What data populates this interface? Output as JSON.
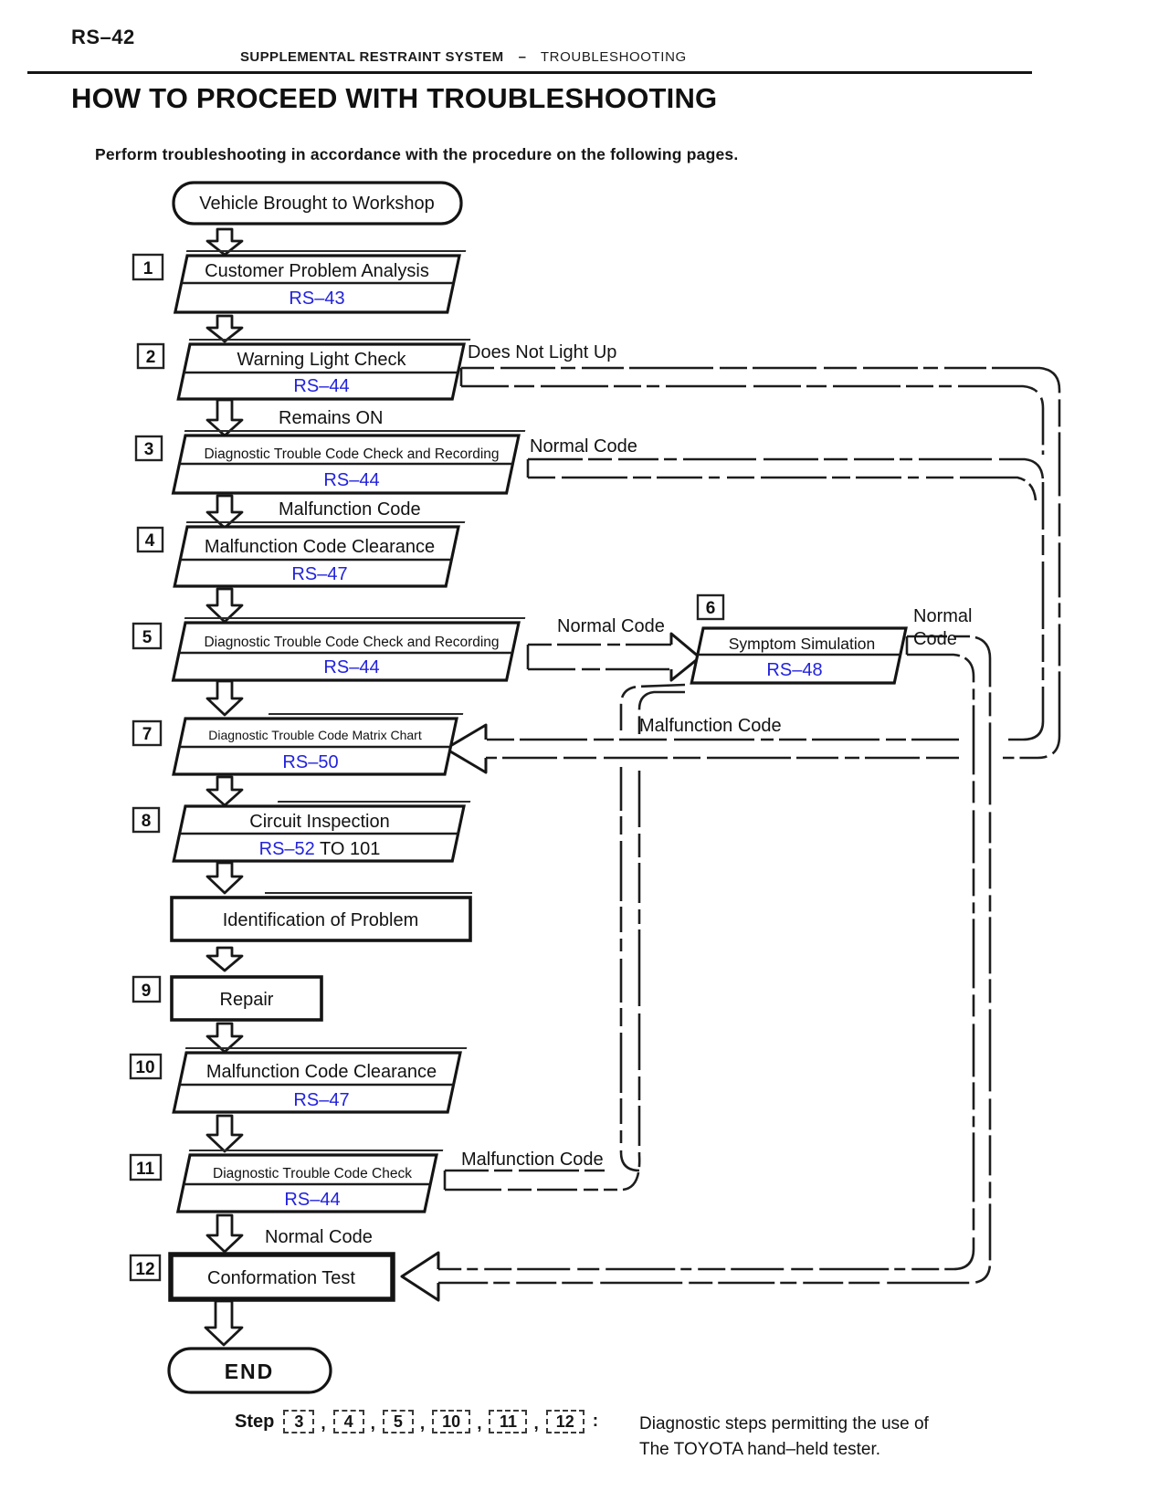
{
  "header": {
    "page_code": "RS–42",
    "section": "SUPPLEMENTAL RESTRAINT SYSTEM",
    "separator": "–",
    "subsection": "TROUBLESHOOTING"
  },
  "title": "HOW TO PROCEED WITH TROUBLESHOOTING",
  "intro": "Perform troubleshooting in accordance with the procedure on the following pages.",
  "colors": {
    "link_blue": "#2222dd",
    "ink": "#141414"
  },
  "flowchart": {
    "start": "Vehicle Brought to Workshop",
    "end": "END",
    "steps": [
      {
        "num": "1",
        "title": "Customer Problem Analysis",
        "ref": "RS–43"
      },
      {
        "num": "2",
        "title": "Warning Light Check",
        "ref": "RS–44"
      },
      {
        "num": "3",
        "title": "Diagnostic Trouble Code Check and Recording",
        "ref": "RS–44"
      },
      {
        "num": "4",
        "title": "Malfunction Code Clearance",
        "ref": "RS–47"
      },
      {
        "num": "5",
        "title": "Diagnostic Trouble Code Check and Recording",
        "ref": "RS–44"
      },
      {
        "num": "6",
        "title": "Symptom Simulation",
        "ref": "RS–48"
      },
      {
        "num": "7",
        "title": "Diagnostic Trouble Code Matrix Chart",
        "ref": "RS–50"
      },
      {
        "num": "8",
        "title": "Circuit Inspection",
        "ref": "RS–52",
        "ref_suffix": " TO 101"
      },
      {
        "title": "Identification of Problem"
      },
      {
        "num": "9",
        "title": "Repair"
      },
      {
        "num": "10",
        "title": "Malfunction Code Clearance",
        "ref": "RS–47"
      },
      {
        "num": "11",
        "title": "Diagnostic Trouble Code Check",
        "ref": "RS–44"
      },
      {
        "num": "12",
        "title": "Conformation Test"
      }
    ],
    "labels": {
      "does_not_light_up": "Does Not Light Up",
      "remains_on": "Remains ON",
      "malfunction_code": "Malfunction Code",
      "normal_code": "Normal Code",
      "normal": "Normal",
      "code": "Code"
    }
  },
  "footnote": {
    "step_label": "Step",
    "steps": [
      "3",
      "4",
      "5",
      "10",
      "11",
      "12"
    ],
    "separator": ",",
    "colon": ":",
    "text_line1": "Diagnostic steps permitting the use of",
    "text_line2": "The TOYOTA hand–held tester."
  }
}
